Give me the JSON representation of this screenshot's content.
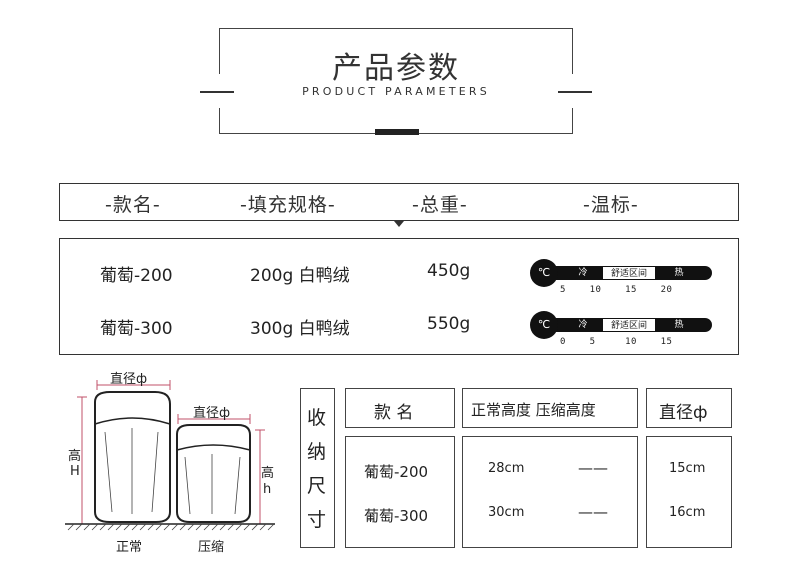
{
  "header": {
    "title_cn": "产品参数",
    "title_en": "PRODUCT PARAMETERS"
  },
  "params": {
    "headers": [
      "-款名-",
      "-填充规格-",
      "-总重-",
      "-温标-"
    ],
    "rows": [
      {
        "model": "葡萄-200",
        "fill": "200g 白鸭绒",
        "weight": "450g",
        "thermo": {
          "unit": "℃",
          "cold": "冷",
          "comfort": "舒适区间",
          "hot": "热",
          "ticks": "5    10    15    20"
        }
      },
      {
        "model": "葡萄-300",
        "fill": "300g 白鸭绒",
        "weight": "550g",
        "thermo": {
          "unit": "℃",
          "cold": "冷",
          "comfort": "舒适区间",
          "hot": "热",
          "ticks": "0    5     10    15"
        }
      }
    ]
  },
  "figure": {
    "diameter_big": "直径ф",
    "diameter_small": "直径ф",
    "height_big": "高",
    "height_big_unit": "H",
    "height_small": "高",
    "height_small_unit": "h",
    "normal": "正常",
    "compressed": "压缩"
  },
  "size_table": {
    "side_label": [
      "收",
      "纳",
      "尺",
      "寸"
    ],
    "col_model": "款  名",
    "col_heights": "正常高度  压缩高度",
    "col_diameter": "直径ф",
    "models": [
      "葡萄-200",
      "葡萄-300"
    ],
    "normal_heights": [
      "28cm",
      "30cm"
    ],
    "compressed_heights": [
      "——",
      "——"
    ],
    "diameters": [
      "15cm",
      "16cm"
    ]
  }
}
